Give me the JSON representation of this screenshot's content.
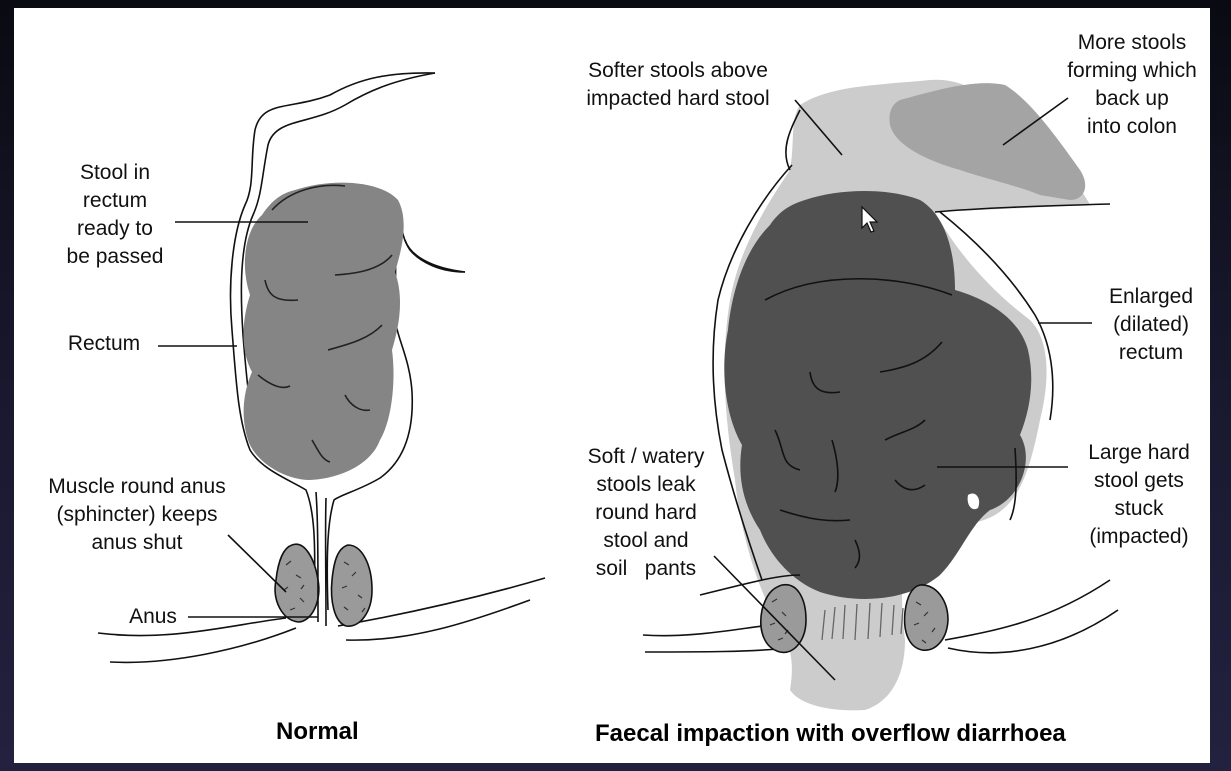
{
  "normal": {
    "caption": "Normal",
    "labels": {
      "stool_in_rectum": "Stool in\nrectum\nready to\nbe passed",
      "rectum": "Rectum",
      "muscle": "Muscle round anus\n(sphincter) keeps\nanus shut",
      "anus": "Anus"
    }
  },
  "impaction": {
    "caption": "Faecal impaction with overflow diarrhoea",
    "labels": {
      "softer_stools": "Softer stools above\nimpacted hard stool",
      "more_stools": "More stools\nforming which\nback up\ninto colon",
      "enlarged_rectum": "Enlarged\n(dilated)\nrectum",
      "large_hard_stool": "Large hard\nstool gets\nstuck\n(impacted)",
      "soft_watery": "Soft / watery\nstools leak\nround hard\nstool and\nsoil   pants"
    }
  },
  "colors": {
    "stool_normal": "#858585",
    "stool_hard": "#505050",
    "soft_stool": "#cccccc",
    "colon_stool": "#a4a4a4",
    "outline": "#111111",
    "background": "#ffffff"
  }
}
